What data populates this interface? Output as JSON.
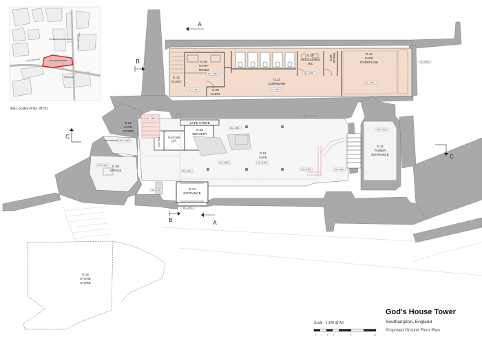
{
  "title_block": {
    "title": "God's House Tower",
    "location": "Southampton, England",
    "drawing": "Proposed Ground Floor Plan",
    "scale": "Scale : 1:100 @ A3",
    "scale_marks": [
      "0",
      "1",
      "2",
      "3",
      "5",
      "10"
    ]
  },
  "location_plan": {
    "caption": "Site Location Plan (NTS)",
    "labels": {
      "site": "GOD'S HOUSE TOWER",
      "court": "RICHARD'S SQUARE COURT",
      "road1": "LOWER CANAL WALK",
      "road2": "TOWN QUAY",
      "road3": "PLATFORM ROAD"
    }
  },
  "section_markers": {
    "a_top": "A",
    "a_bottom": "A",
    "b_top": "B",
    "b_bottom": "B",
    "c_left": "C",
    "c_right": "C"
  },
  "rooms": {
    "g06_code": "G.06",
    "g06_line1": "STAFF",
    "g06_line2": "ROOM",
    "g12_code": "G.12",
    "g12_line1": "PLANT",
    "g08_code": "G.08",
    "g08_line1": "CUPD",
    "g13_code": "G.13",
    "g13_line1": "CORRIDOR",
    "g07_code": "G.07",
    "g07_line1": "ACCESSIBLE",
    "g07_line2": "WC",
    "g09_code": "G.09",
    "g09_line1": "STORE",
    "g10_code": "G.10",
    "g10_line1": "CAFE",
    "g10_line2": "OVERFLOW",
    "g05_code": "G.05",
    "g05_line1": "CAFE",
    "g05_line2": "STORE",
    "cafe_store": "CAFE STORE",
    "g03_code": "G.03",
    "g03_line1": "SERVERY",
    "lift_line1": "PLATFORM",
    "lift_line2": "LIFT",
    "g02_line1": "G.02 WCs",
    "g01_code": "G.01",
    "g01_line1": "CAFE",
    "g04_code": "G.04",
    "g04_line1": "OFFICE",
    "g14_code": "G.14",
    "g14_line1": "ENTRANCE",
    "g11_code": "G.11",
    "g11_line1": "TOWER",
    "g11_line2": "ENTRANCE",
    "g15_code": "G.15",
    "g15_line1": "STONE",
    "g15_line2": "STORE"
  },
  "levels": {
    "l1": "FFL +3.88m",
    "l2": "FFL +3.88m",
    "l3": "FFL +3.88m",
    "l4": "FFL +3.88m",
    "l5": "FFL +3.88m",
    "l6": "FFL +3.88m",
    "l7": "FFL +3.88m",
    "l8": "FFL +3.88m",
    "l9": "FFL +3.88m",
    "l10": "FFL +3.88m",
    "l11": "FFL +3.40m",
    "l12": "FFL +3.40m",
    "l13": "FFL +3.88m",
    "l14": "EX +3.70m",
    "l15": "FFL +3.75m",
    "l16": "EX +3.82m",
    "l17": "FFL +3.88m",
    "l18": "EL +3.95m"
  },
  "colors": {
    "wall": "#a9a9a9",
    "wall_dark": "#8f8f8f",
    "proposed_fill": "#f3dccc",
    "floor": "#f4f4f4",
    "site_red": "#d42020",
    "line": "#555555"
  }
}
